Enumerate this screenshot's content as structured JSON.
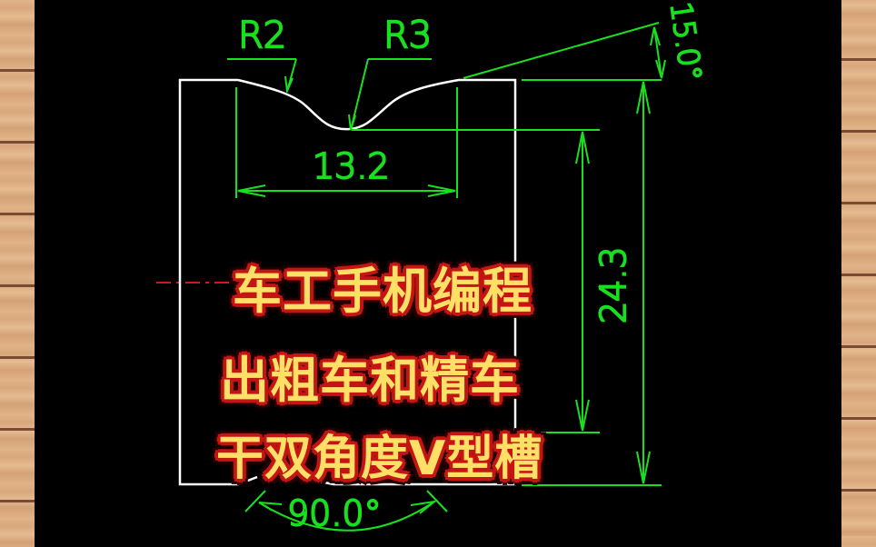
{
  "drawing": {
    "background_color": "#000000",
    "line_color_part": "#ffffff",
    "line_color_dimension": "#19e01f",
    "centerline_color": "#d01818",
    "dimensions": {
      "radius_left": "R2",
      "radius_right": "R3",
      "groove_width": "13.2",
      "depth": "24.3",
      "top_angle": "15.0°",
      "bottom_angle": "90.0°"
    }
  },
  "captions": {
    "line1": "车工手机编程",
    "line2": "出粗车和精车",
    "line3": "干双角度V型槽"
  },
  "colors": {
    "caption_fill": "#ffe066",
    "caption_outline": "#c41414",
    "wood_frame": "#e0b287"
  }
}
